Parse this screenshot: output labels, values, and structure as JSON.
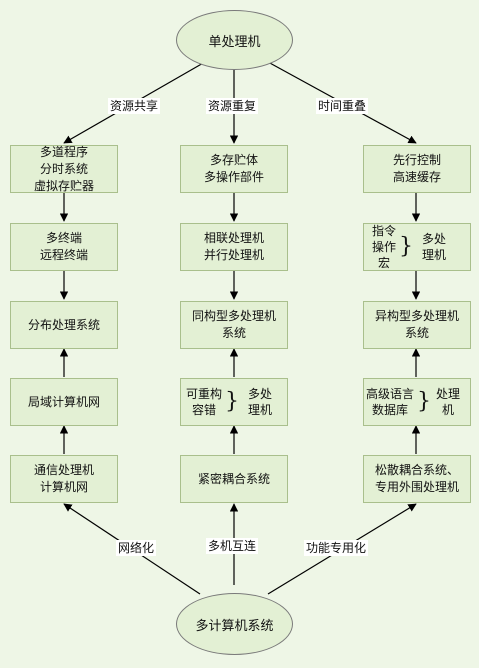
{
  "top_node": "单处理机",
  "bottom_node": "多计算机系统",
  "top_edges": {
    "left": "资源共享",
    "middle": "资源重复",
    "right": "时间重叠"
  },
  "bottom_edges": {
    "left": "网络化",
    "middle": "多机互连",
    "right": "功能专用化"
  },
  "columns": {
    "left": {
      "b1": "多道程序\n分时系统\n虚拟存贮器",
      "b2": "多终端\n远程终端",
      "b3": "分布处理系统",
      "b4": "局域计算机网",
      "b5": "通信处理机\n计算机网"
    },
    "middle": {
      "b1": "多存贮体\n多操作部件",
      "b2": "相联处理机\n并行处理机",
      "b3": "同构型多处理机\n系统",
      "b4_left": "可重构\n容错",
      "b4_right": "多处\n理机",
      "b5": "紧密耦合系统"
    },
    "right": {
      "b1": "先行控制\n高速缓存",
      "b2_left": "指令\n操作\n宏",
      "b2_right": "多处\n理机",
      "b3": "异构型多处理机\n系统",
      "b4_left": "高级语言\n数据库",
      "b4_right": "处理\n机",
      "b5": "松散耦合系统、\n专用外围处理机"
    }
  }
}
